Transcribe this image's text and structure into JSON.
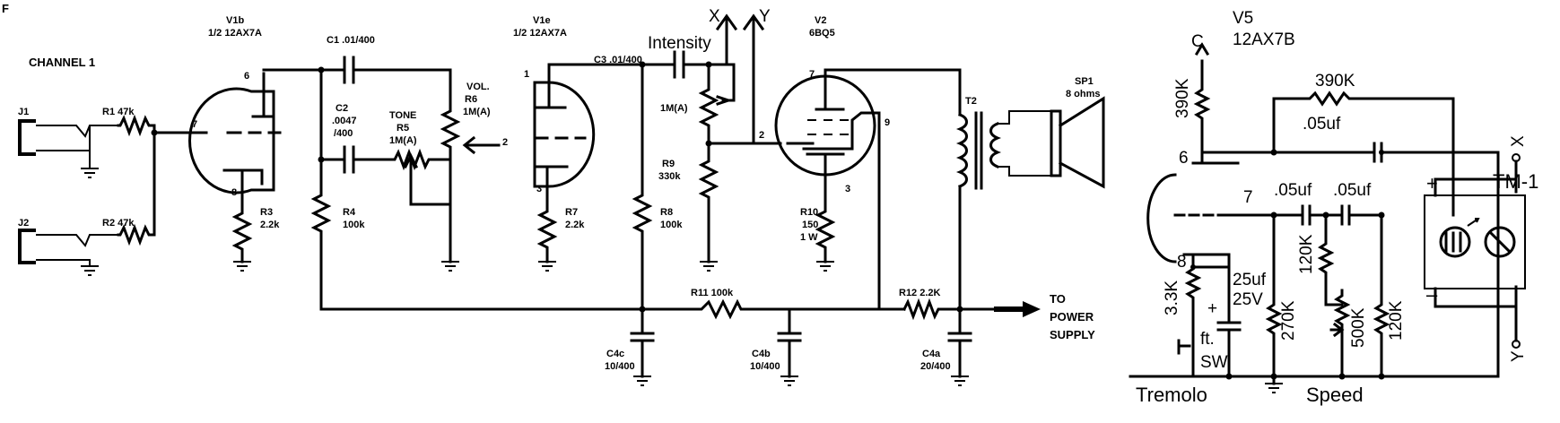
{
  "labels": {
    "corner_mark": "F",
    "channel": "CHANNEL 1",
    "j1": "J1",
    "j2": "J2",
    "r1": "R1 47k",
    "r2": "R2 47k",
    "v1b_name": "V1b",
    "v1b_type": "1/2 12AX7A",
    "v1b_pin6": "6",
    "v1b_pin7": "7",
    "v1b_pin8": "8",
    "r3_name": "R3",
    "r3_val": "2.2k",
    "c1": "C1 .01/400",
    "c2_name": "C2",
    "c2_val1": ".0047",
    "c2_val2": "/400",
    "tone_name": "TONE",
    "r5_name": "R5",
    "r5_val": "1M(A)",
    "r4_name": "R4",
    "r4_val": "100k",
    "vol_name": "VOL.",
    "r6_name": "R6",
    "r6_val": "1M(A)",
    "v1e_name": "V1e",
    "v1e_type": "1/2 12AX7A",
    "v1e_pin1": "1",
    "v1e_pin2": "2",
    "v1e_pin3": "3",
    "r7_name": "R7",
    "r7_val": "2.2k",
    "c3": "C3 .01/400",
    "intensity": "Intensity",
    "x": "X",
    "y": "Y",
    "pot_1m": "1M(A)",
    "r8_name": "R8",
    "r8_val": "100k",
    "r9_name": "R9",
    "r9_val": "330k",
    "v2_name": "V2",
    "v2_type": "6BQ5",
    "v2_pin7": "7",
    "v2_pin2": "2",
    "v2_pin9": "9",
    "v2_pin3": "3",
    "r10_name": "R10",
    "r10_val1": "150",
    "r10_val2": "1 W",
    "t2": "T2",
    "sp1_name": "SP1",
    "sp1_val": "8 ohms",
    "r11": "R11 100k",
    "r12": "R12 2.2K",
    "c4c_name": "C4c",
    "c4c_val": "10/400",
    "c4b_name": "C4b",
    "c4b_val": "10/400",
    "c4a_name": "C4a",
    "c4a_val": "20/400",
    "to": "TO",
    "power": "POWER",
    "supply": "SUPPLY",
    "v5_name": "V5",
    "v5_type": "12AX7B",
    "c_term": "C",
    "r_390k_a": "390K",
    "r_390k_b": "390K",
    "cap_05_a": ".05uf",
    "cap_05_b": ".05uf",
    "cap_05_c": ".05uf",
    "pin6": "6",
    "pin7": "7",
    "pin8": "8",
    "r_33k": "3.3K",
    "cap_25uf": "25uf",
    "cap_25v": "25V",
    "plus_a": "+",
    "r_270k": "270K",
    "r_120k_a": "120K",
    "r_500k": "500K",
    "r_120k_b": "120K",
    "ft": "ft.",
    "sw": "SW.",
    "tremolo": "Tremolo",
    "speed": "Speed",
    "tm1": "TM-1",
    "meter_plus": "+",
    "meter_minus": "–",
    "tm_x": "X",
    "tm_y": "Y"
  }
}
